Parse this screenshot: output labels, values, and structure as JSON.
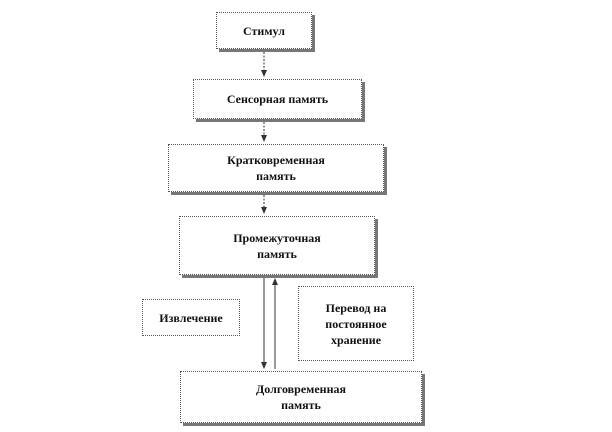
{
  "diagram": {
    "nodes": {
      "stimulus": [
        "Стимул"
      ],
      "sensory": [
        "Сенсорная память"
      ],
      "short_term": [
        "Кратковременная",
        "память"
      ],
      "intermediate": [
        "Промежуточная",
        "память"
      ],
      "long_term": [
        "Долговременная",
        "память"
      ],
      "retrieval": [
        "Извлечение"
      ],
      "transfer": [
        "Перевод на",
        "постоянное",
        "хранение"
      ]
    },
    "colors": {
      "border": "#555555",
      "shadow": "#777777",
      "arrow": "#333333",
      "text": "#111111"
    }
  }
}
